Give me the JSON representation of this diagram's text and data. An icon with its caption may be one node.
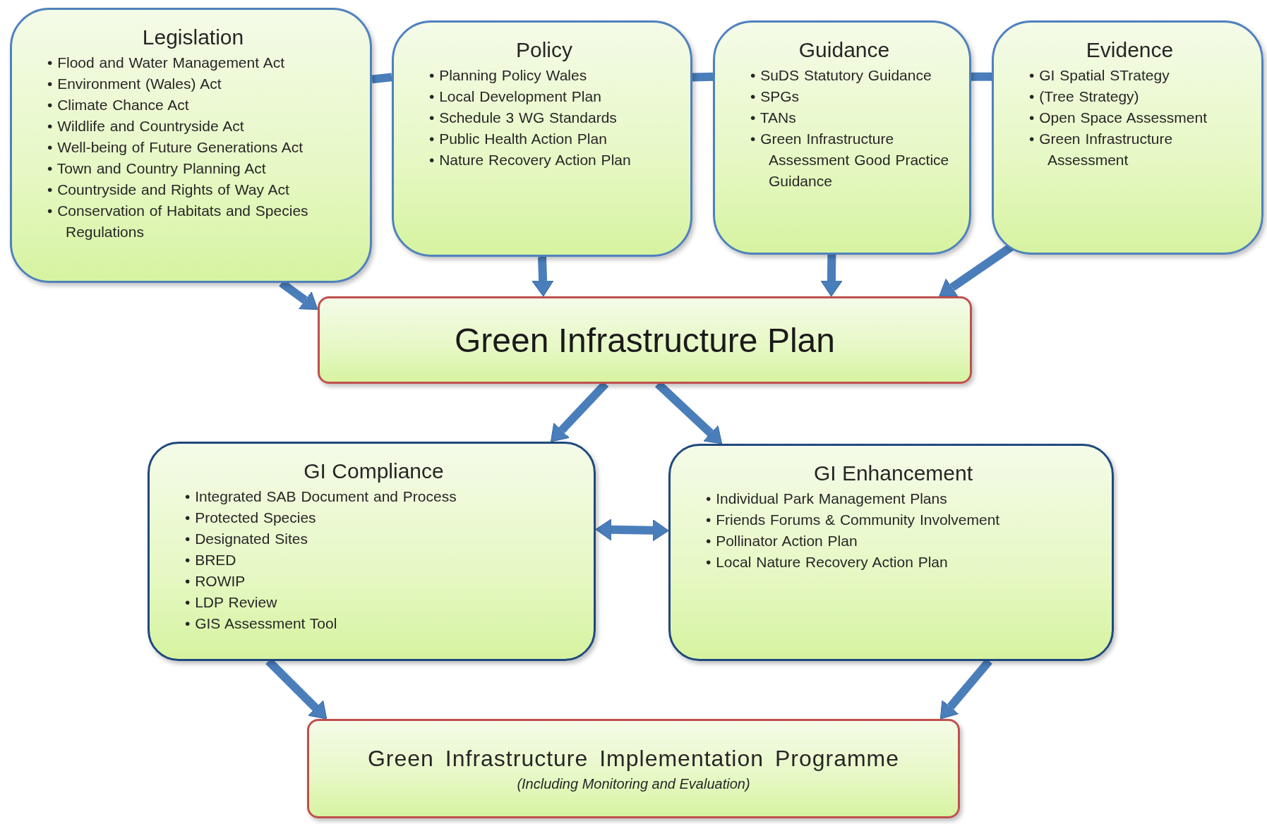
{
  "diagram": {
    "nodes": [
      {
        "text": [
          "Legislation",
          "• Flood and Water Management Act",
          "• Environment (Wales) Act",
          "• Climate Chance Act",
          "• Wildlife and Countryside Act",
          "• Well-being of Future Generations Act",
          "• Town and Country Planning Act",
          "• Countryside and Rights of Way Act",
          "• Conservation of Habitats and Species Regulations"
        ]
      },
      {
        "text": [
          "Policy",
          "• Planning Policy Wales",
          "• Local Development Plan",
          "• Schedule 3 WG Standards",
          "• Public Health Action Plan",
          "• Nature Recovery Action Plan"
        ]
      },
      {
        "text": [
          "Guidance",
          "• SuDS Statutory Guidance",
          "• SPGs",
          "• TANs",
          "• Green Infrastructure Assessment Good Practice Guidance"
        ]
      },
      {
        "text": [
          "Evidence",
          "• GI Spatial STrategy",
          "• (Tree Strategy)",
          "• Open Space Assessment",
          "• Green Infrastructure Assessment"
        ]
      },
      {
        "text": [
          "Green Infrastructure Plan"
        ]
      },
      {
        "text": [
          "GI Compliance",
          "• Integrated SAB Document and Process",
          "• Protected Species",
          "• Designated Sites",
          "• BRED",
          "• ROWIP",
          "• LDP Review",
          "• GIS Assessment Tool"
        ]
      },
      {
        "text": [
          "GI Enhancement",
          "• Individual Park Management Plans",
          "• Friends Forums & Community Involvement",
          "• Pollinator Action Plan",
          "• Local Nature Recovery Action Plan"
        ]
      },
      {
        "text": [
          "Green Infrastructure Implementation Programme",
          "(Including Monitoring and Evaluation)"
        ]
      }
    ],
    "edges": [
      {
        "from": 0,
        "to": 1,
        "arrow": "none"
      },
      {
        "from": 1,
        "to": 2,
        "arrow": "none"
      },
      {
        "from": 2,
        "to": 3,
        "arrow": "none"
      },
      {
        "from": 0,
        "to": 4,
        "arrow": "to"
      },
      {
        "from": 1,
        "to": 4,
        "arrow": "to"
      },
      {
        "from": 2,
        "to": 4,
        "arrow": "to"
      },
      {
        "from": 3,
        "to": 4,
        "arrow": "to"
      },
      {
        "from": 4,
        "to": 5,
        "arrow": "to"
      },
      {
        "from": 4,
        "to": 6,
        "arrow": "to"
      },
      {
        "from": 5,
        "to": 6,
        "arrow": "both"
      },
      {
        "from": 5,
        "to": 7,
        "arrow": "to"
      },
      {
        "from": 6,
        "to": 7,
        "arrow": "to"
      }
    ]
  }
}
